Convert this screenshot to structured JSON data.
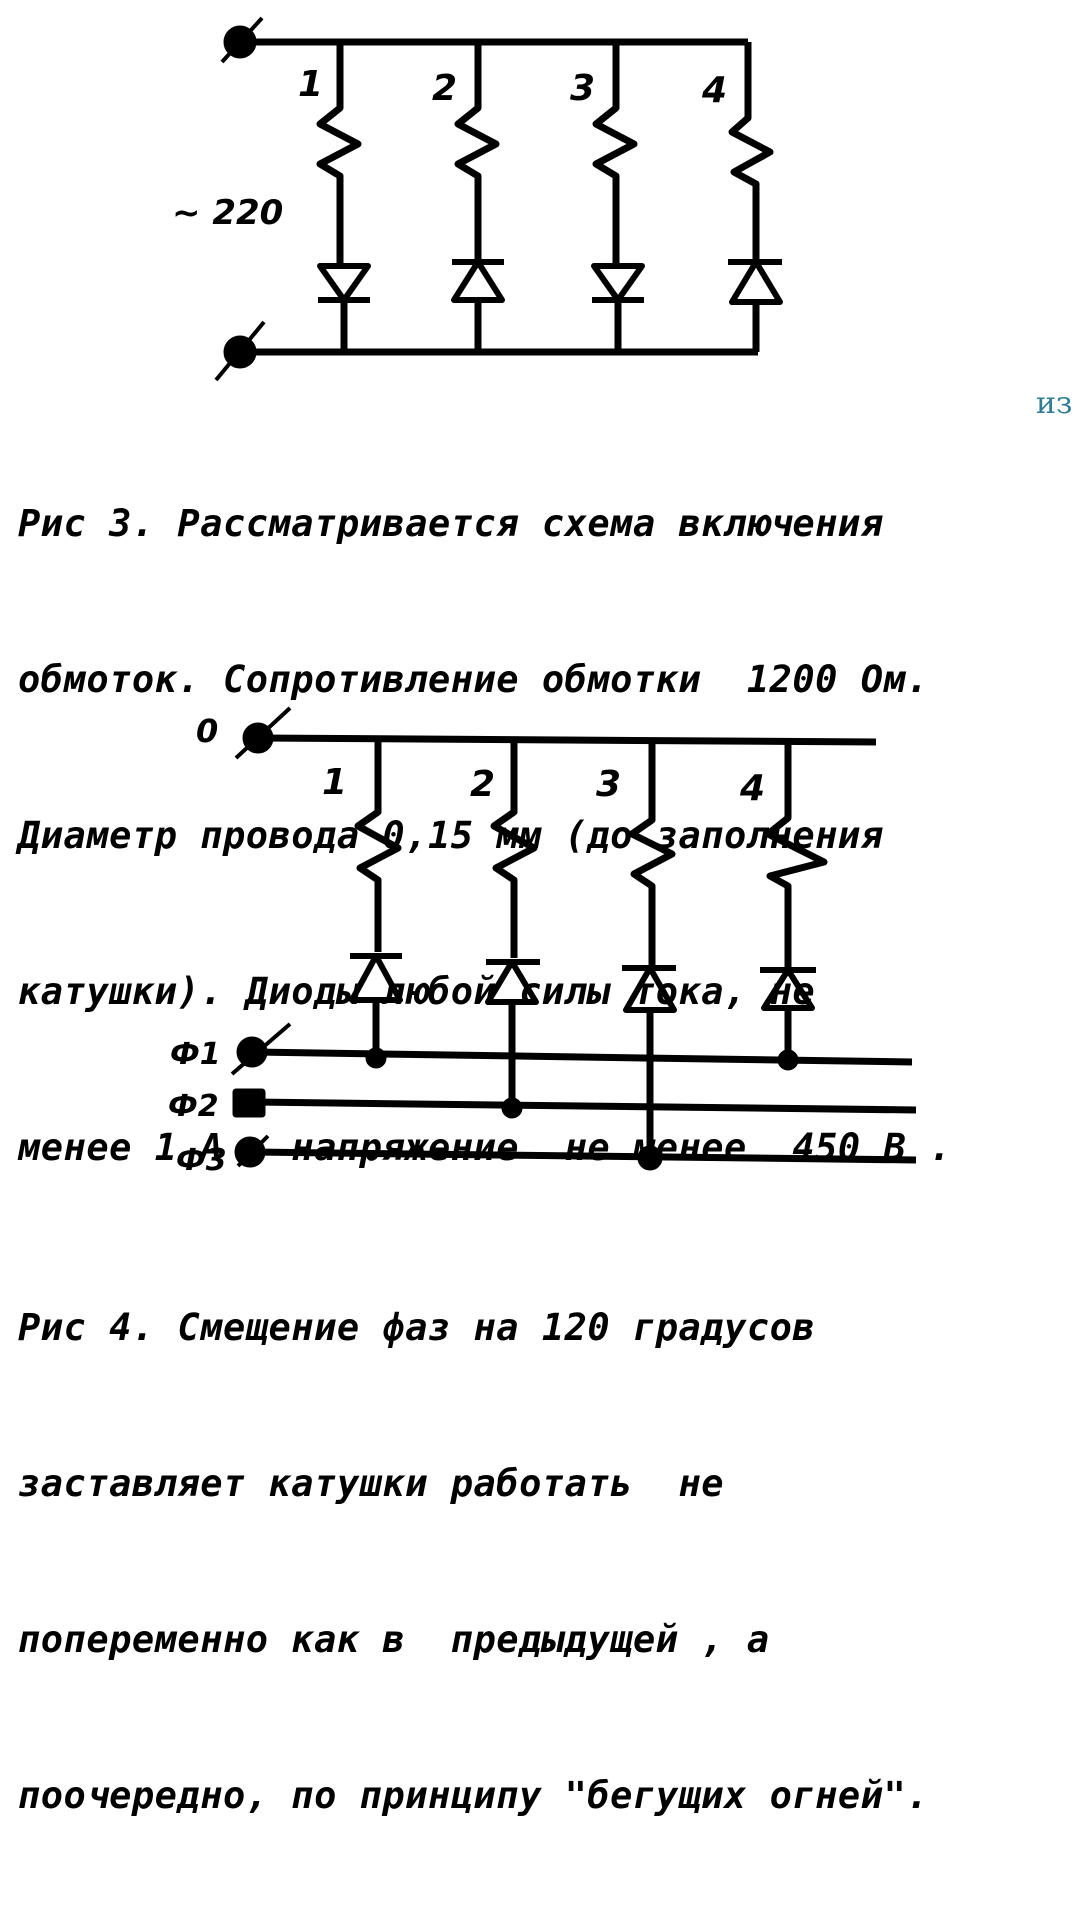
{
  "fig3": {
    "branch_labels": [
      "1",
      "2",
      "3",
      "4"
    ],
    "voltage_label": "~ 220",
    "caption_lines": [
      "Рис 3. Рассматривается схема включения",
      "обмоток. Сопротивление обмотки  1200 Ом.",
      "Диаметр провода 0,15 мм (до заполнения",
      "катушки). Диоды любой силы тока, не",
      "менее 1 А , напряжение  не менее  450 В ."
    ]
  },
  "fig4": {
    "branch_labels": [
      "1",
      "2",
      "3",
      "4"
    ],
    "neutral_label": "0",
    "phase_labels": [
      "Ф1",
      "Ф2",
      "Ф3"
    ],
    "caption_lines": [
      "Рис 4. Смещение фаз на 120 градусов",
      "заставляет катушки работать  не",
      "попеременно как в  предыдущей , а",
      "поочередно, по принципу \"бегущих огней\"."
    ]
  },
  "corner_text": "из"
}
